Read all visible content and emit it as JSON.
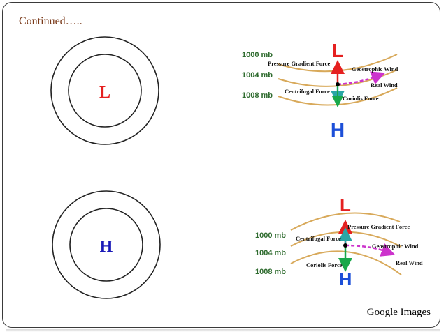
{
  "slide": {
    "title": "Continued…..",
    "credit": "Google Images"
  },
  "low_circle": {
    "label": "L",
    "color": "#e52020"
  },
  "high_circle": {
    "label": "H",
    "color": "#1a1ab8"
  },
  "diagram_top": {
    "low_label": "L",
    "high_label": "H",
    "isobars": [
      "1000 mb",
      "1004 mb",
      "1008 mb"
    ],
    "forces": {
      "pressure_gradient": "Pressure Gradient Force",
      "geostrophic_wind": "Geostrophic Wind",
      "real_wind": "Real Wind",
      "centrifugal": "Centrifugal Force",
      "coriolis": "Coriolis Force"
    }
  },
  "diagram_bottom": {
    "low_label": "L",
    "high_label": "H",
    "isobars": [
      "1000 mb",
      "1004 mb",
      "1008 mb"
    ],
    "forces": {
      "pressure_gradient": "Pressure Gradient Force",
      "centrifugal": "Centrifugal Force",
      "geostrophic_wind": "Geostrophic Wind",
      "coriolis": "Coriolis Force",
      "real_wind": "Real Wind"
    }
  },
  "colors": {
    "low": "#e52020",
    "high": "#1c4fd8",
    "isobar": "#d8a95a",
    "isobar_label": "#2e6b2e",
    "pgf_arrow": "#e52020",
    "coriolis_arrow": "#1aa84a",
    "centrifugal_arrow": "#2aa6a6",
    "wind_arrow": "#cc33cc"
  }
}
